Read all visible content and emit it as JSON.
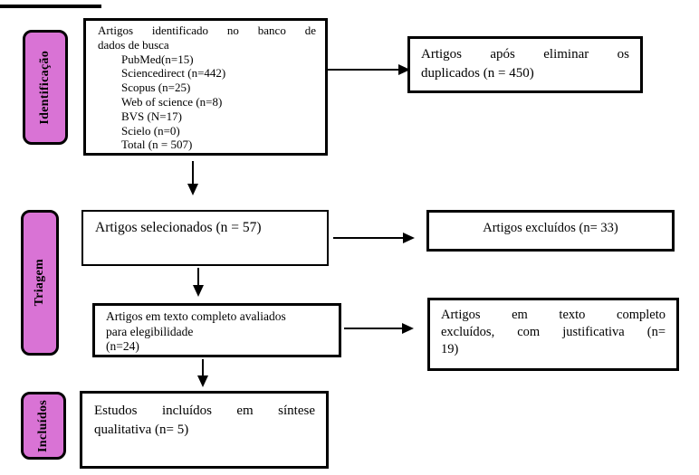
{
  "stages": {
    "identification": "Identificação",
    "screening": "Triagem",
    "included": "Incluídos"
  },
  "boxes": {
    "identified": {
      "line1": "Artigos identificado no banco de",
      "line2": "dados de busca",
      "sources": [
        "PubMed(n=15)",
        "Sciencedirect (n=442)",
        "Scopus (n=25)",
        "Web of science (n=8)",
        "BVS (N=17)",
        "Scielo (n=0)",
        "Total (n = 507)"
      ]
    },
    "after_duplicates": {
      "line1": "Artigos após eliminar os",
      "line2": "duplicados (n = 450)"
    },
    "selected": {
      "text": "Artigos selecionados (n = 57)"
    },
    "excluded": {
      "text": "Artigos excluídos (n= 33)"
    },
    "fulltext": {
      "line1": "Artigos em texto completo avaliados",
      "line2": "para elegibilidade",
      "line3": "(n=24)"
    },
    "fulltext_excluded": {
      "line1": "Artigos em texto completo",
      "line2": "excluídos, com justificativa (n=",
      "line3": "19)"
    },
    "included_synthesis": {
      "line1": "Estudos incluídos em síntese",
      "line2": "qualitativa (n= 5)"
    }
  },
  "colors": {
    "stage_fill": "#D973D5",
    "line": "#000000",
    "background": "#FFFFFF"
  }
}
